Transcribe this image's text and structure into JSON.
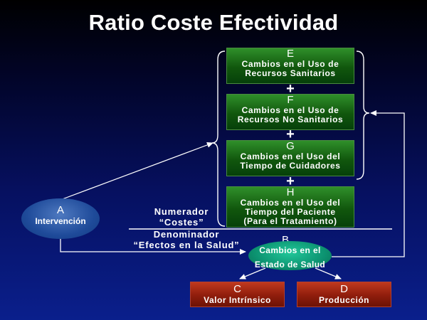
{
  "title": "Ratio Coste Efectividad",
  "boxes": {
    "E": {
      "letter": "E",
      "text1": "Cambios en el Uso de",
      "text2": "Recursos Sanitarios"
    },
    "F": {
      "letter": "F",
      "text1": "Cambios en el Uso de",
      "text2": "Recursos No Sanitarios"
    },
    "G": {
      "letter": "G",
      "text1": "Cambios en el Uso del",
      "text2": "Tiempo de Cuidadores"
    },
    "H": {
      "letter": "H",
      "text1": "Cambios en el Uso del",
      "text2": "Tiempo del Paciente",
      "text3": "(Para el Tratamiento)"
    }
  },
  "plus_symbol": "+",
  "node_a": {
    "letter": "A",
    "text": "Intervención"
  },
  "node_b": {
    "letter": "B",
    "text1": "Cambios en el",
    "text2": "Estado de Salud"
  },
  "node_c": {
    "letter": "C",
    "text": "Valor Intrínsico"
  },
  "node_d": {
    "letter": "D",
    "text": "Producción"
  },
  "numerator": {
    "line1": "Numerador",
    "line2": "“Costes”"
  },
  "denominator": {
    "line1": "Denominador",
    "line2": "“Efectos en la Salud”"
  },
  "colors": {
    "background": "#0a1f8c",
    "green_box": "#11570d",
    "red_box": "#8f1d0c",
    "oval_a": "#1f4b9a",
    "oval_b": "#0c9270"
  }
}
